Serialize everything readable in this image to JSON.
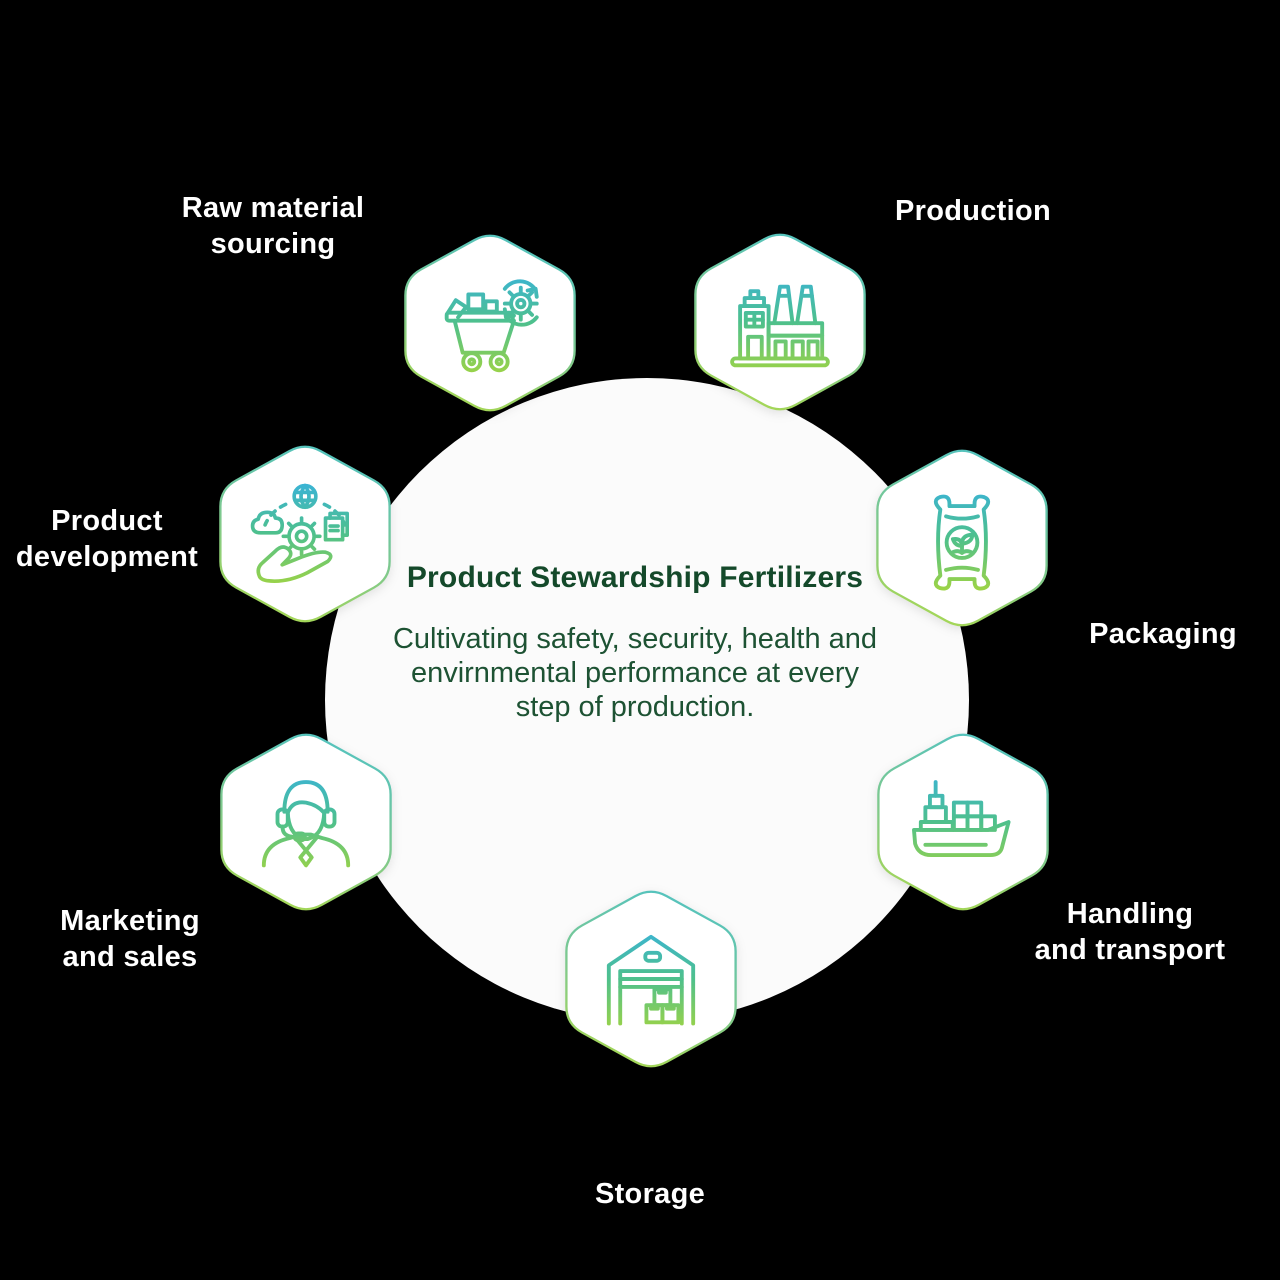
{
  "diagram": {
    "type": "circular-process-infographic",
    "background_color": "#000000",
    "circle_color": "#fbfbfb",
    "hexagon_fill": "#ffffff",
    "label_color": "#ffffff",
    "gradient": {
      "icon_top": "#38b2de",
      "icon_mid": "#4ec08c",
      "icon_bottom": "#a4d53f",
      "hex_border_top": "#4fc2c4",
      "hex_border_mid": "#7fc98d",
      "hex_border_bottom": "#abd94e"
    }
  },
  "center": {
    "title": "Product Stewardship Fertilizers",
    "title_color": "#14492a",
    "description": "Cultivating safety, security, health and\nenvirnmental performance at every\nstep of production.",
    "description_color": "#1d5233"
  },
  "steps": [
    {
      "id": "raw-material-sourcing",
      "label": "Raw material\nsourcing",
      "icon": "mine-cart-gear-icon"
    },
    {
      "id": "production",
      "label": "Production",
      "icon": "factory-icon"
    },
    {
      "id": "packaging",
      "label": "Packaging",
      "icon": "fertilizer-bag-sprout-icon"
    },
    {
      "id": "handling-and-transport",
      "label": "Handling\nand transport",
      "icon": "cargo-ship-icon"
    },
    {
      "id": "storage",
      "label": "Storage",
      "icon": "warehouse-boxes-icon"
    },
    {
      "id": "marketing-and-sales",
      "label": "Marketing\nand sales",
      "icon": "support-agent-headset-icon"
    },
    {
      "id": "product-development",
      "label": "Product\ndevelopment",
      "icon": "hand-gear-innovation-icon"
    }
  ]
}
